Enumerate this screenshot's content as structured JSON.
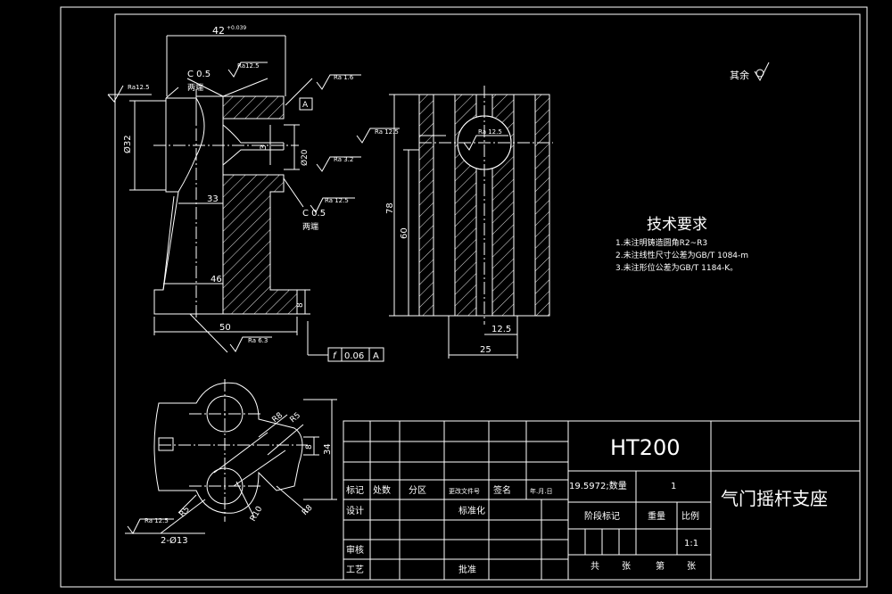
{
  "colors": {
    "background": "#000000",
    "line": "#ffffff",
    "hatch": "#ffffff",
    "centerline": "#ffffff"
  },
  "front_view": {
    "dim_top": "42",
    "dim_top_tol": "+0.039",
    "c05_upper": "C 0.5",
    "c05_lower": "C 0.5",
    "both_ends_1": "两端",
    "both_ends_2": "两端",
    "ra_left": "Ra12.5",
    "ra_top": "Ra12.5",
    "ra_right_top": "Ra 1.6",
    "ra_right_mid": "Ra 12.5",
    "ra_right_low": "Ra 3.2",
    "ra_chamfer": "Ra 12.5",
    "ra_bottom": "Ra 6.3",
    "datum_a": "A",
    "dim_32": "Ø32",
    "dim_3": "3",
    "dim_20": "Ø20",
    "dim_33": "33",
    "dim_46": "46",
    "dim_50": "50",
    "dim_8": "8",
    "tol_symbol": "f",
    "tol_value": "0.06",
    "tol_datum": "A"
  },
  "side_view": {
    "ra_circle": "Ra 12.5",
    "dim_78": "78",
    "dim_60": "60",
    "dim_12_5": "12.5",
    "dim_25": "25"
  },
  "top_view": {
    "r8": "R8",
    "r5": "R5",
    "r3_left": "R5",
    "r10": "R10",
    "r3": "R8",
    "dim_8": "8",
    "dim_34": "34",
    "ra": "Ra 12.5",
    "holes": "2-Ø13"
  },
  "rest_roughness": "其余",
  "tech": {
    "title": "技术要求",
    "items": [
      "1.未注明铸造圆角R2~R3",
      "2.未注线性尺寸公差为GB/T 1084-m",
      "3.未注形位公差为GB/T 1184-K。"
    ]
  },
  "title_block": {
    "material": "HT200",
    "part_name": "气门摇杆支座",
    "headers": [
      "标记",
      "处数",
      "分区",
      "更改文件号",
      "签名",
      "年.月.日"
    ],
    "design": "设计",
    "standardize": "标准化",
    "review": "审核",
    "process": "工艺",
    "approve": "批准",
    "weight_qty": "19.5972;数量",
    "qty": "1",
    "stage": "阶段标记",
    "weight": "重量",
    "scale_label": "比例",
    "scale": "1:1",
    "sheets_total": "共",
    "sheets_total_unit": "张",
    "sheet_no": "第",
    "sheet_no_unit": "张"
  }
}
